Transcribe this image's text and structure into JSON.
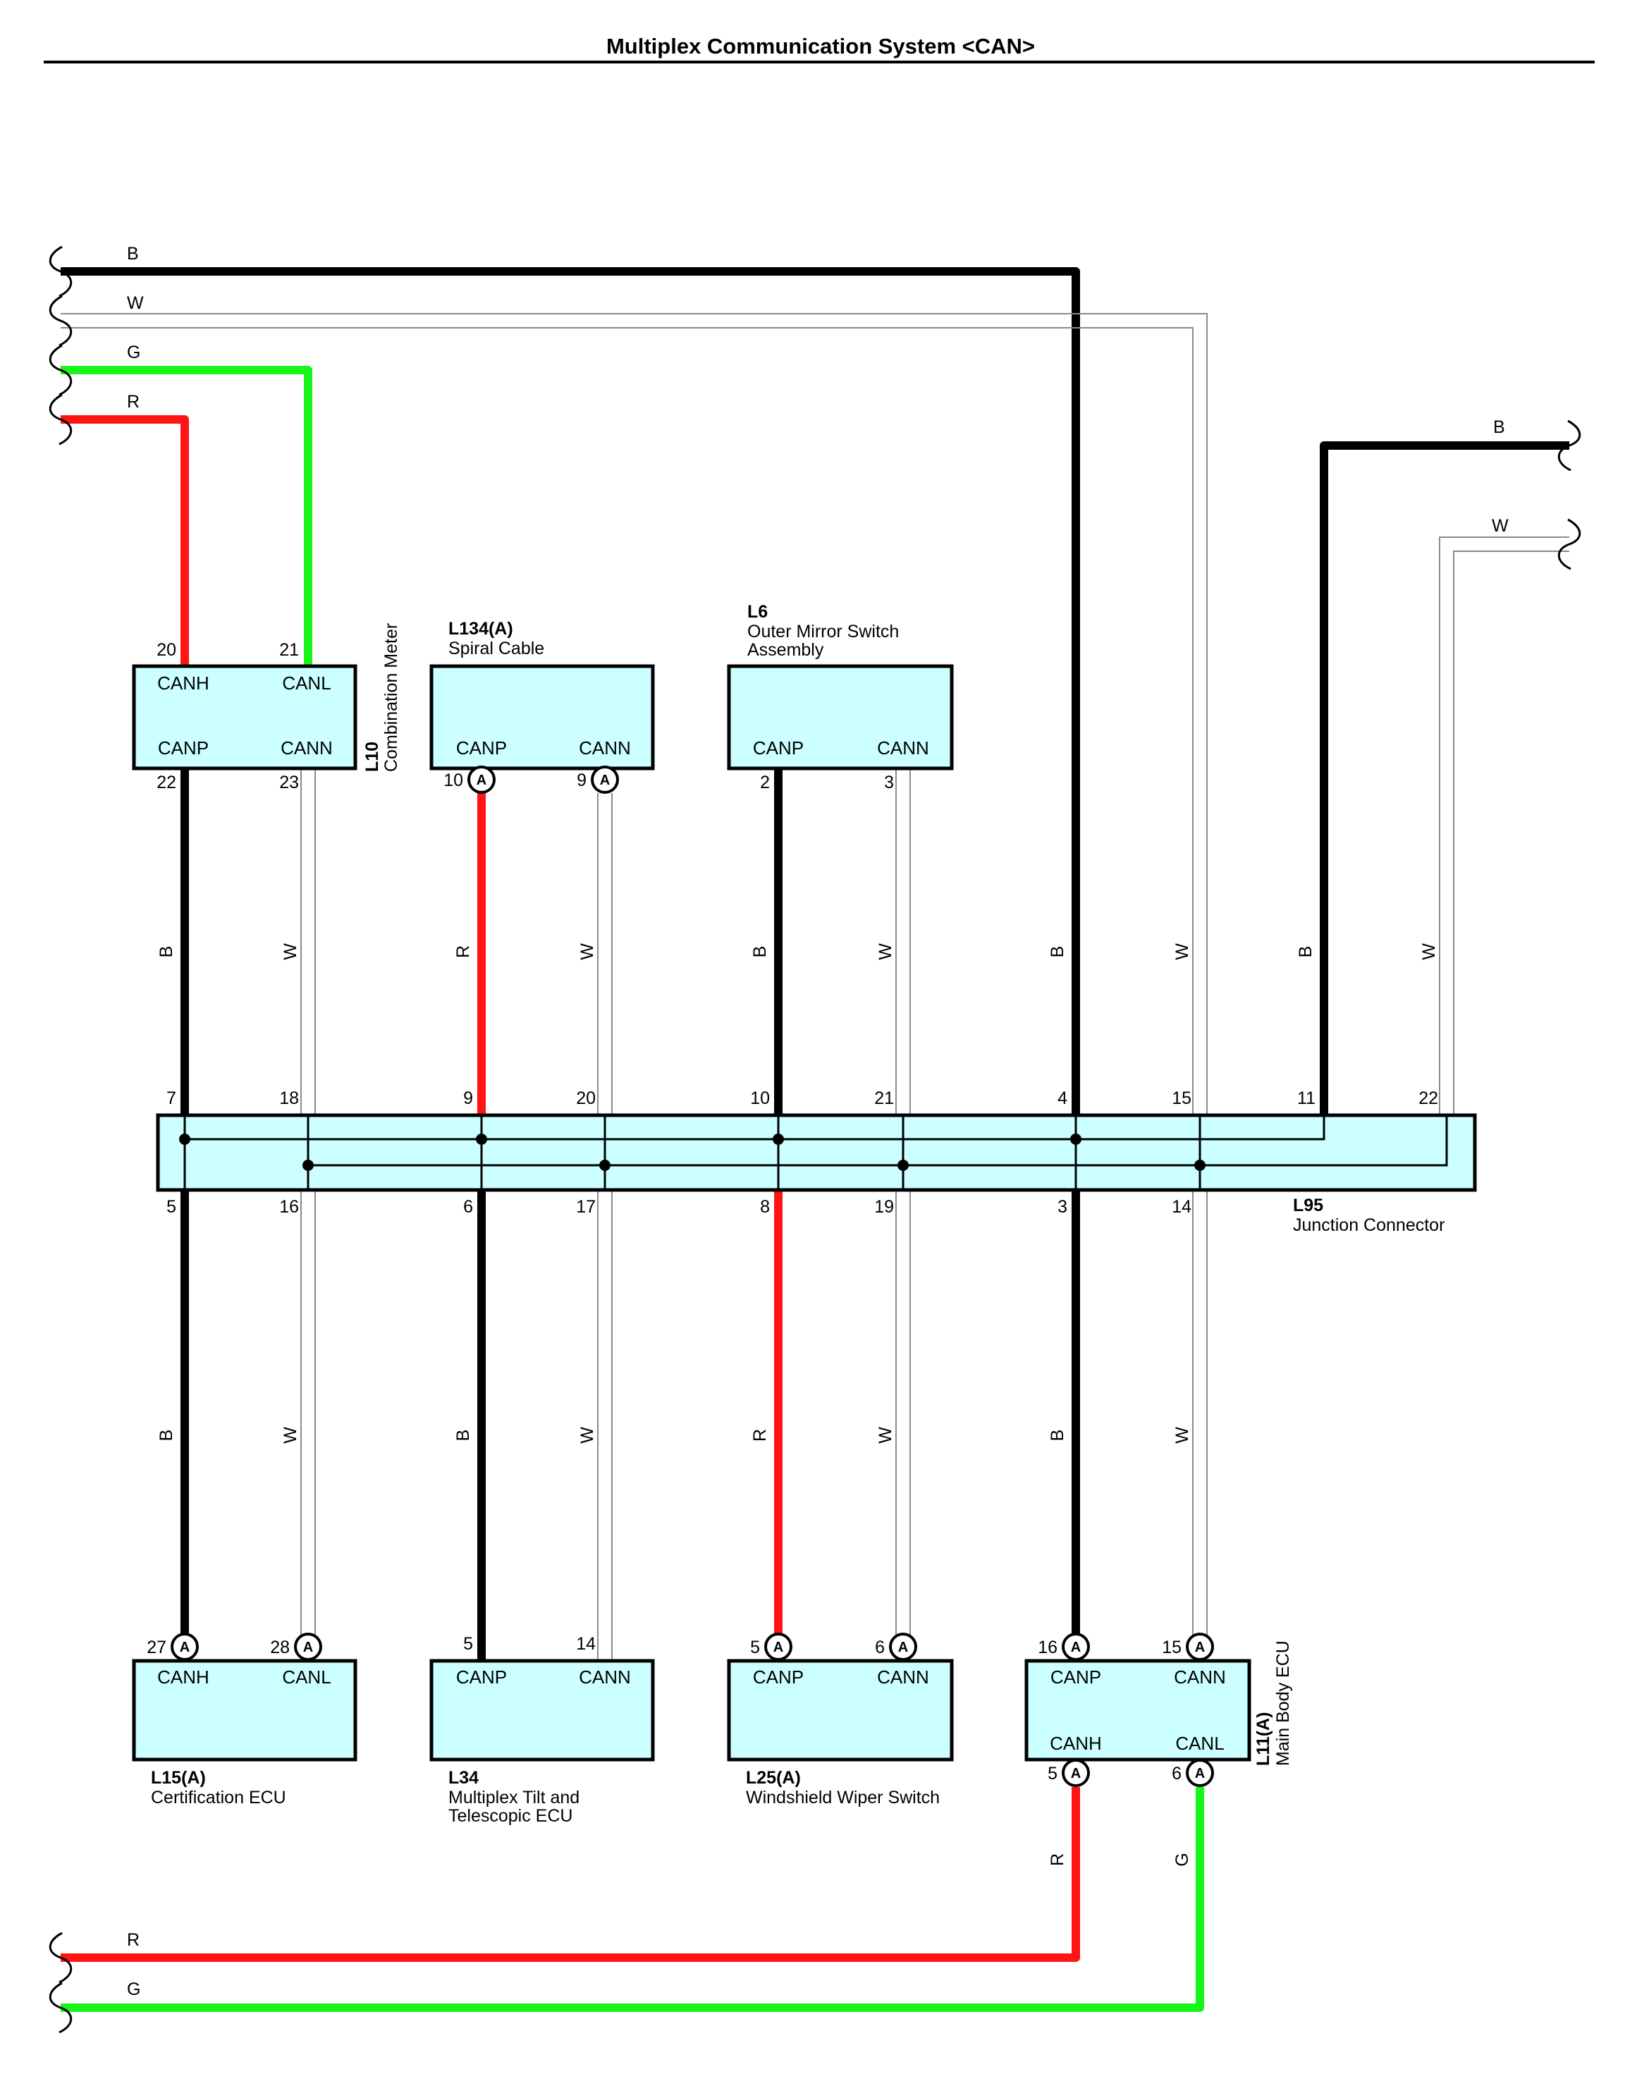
{
  "title": "Multiplex Communication System <CAN>",
  "colors": {
    "B": "#000000",
    "W": "#ffffff",
    "R": "#ff1414",
    "G": "#19f519",
    "box_fill": "#ccffff"
  },
  "break_labels": {
    "left_top": [
      "B",
      "W",
      "G",
      "R"
    ],
    "right_top": [
      "B",
      "W"
    ],
    "left_bottom": [
      "R",
      "G"
    ]
  },
  "connector_label": "A",
  "components": [
    {
      "key": "l10",
      "id": "L10",
      "name": "Combination Meter",
      "signals": [
        "CANH",
        "CANL",
        "CANP",
        "CANN"
      ],
      "pins": {
        "top_left": "20",
        "top_right": "21",
        "bottom_left": "22",
        "bottom_right": "23"
      }
    },
    {
      "key": "l134",
      "id": "L134(A)",
      "name": "Spiral Cable",
      "signals": [
        "CANP",
        "CANN"
      ],
      "pins": {
        "bottom_left": "10",
        "bottom_right": "9"
      }
    },
    {
      "key": "l6",
      "id": "L6",
      "name_lines": [
        "Outer Mirror Switch",
        "Assembly"
      ],
      "signals": [
        "CANP",
        "CANN"
      ],
      "pins": {
        "bottom_left": "2",
        "bottom_right": "3"
      }
    },
    {
      "key": "l15",
      "id": "L15(A)",
      "name": "Certification ECU",
      "signals": [
        "CANH",
        "CANL"
      ],
      "pins": {
        "top_left": "27",
        "top_right": "28"
      }
    },
    {
      "key": "l34",
      "id": "L34",
      "name_lines": [
        "Multiplex Tilt and",
        "Telescopic ECU"
      ],
      "signals": [
        "CANP",
        "CANN"
      ],
      "pins": {
        "top_left": "5",
        "top_right": "14"
      }
    },
    {
      "key": "l25",
      "id": "L25(A)",
      "name": "Windshield Wiper Switch",
      "signals": [
        "CANP",
        "CANN"
      ],
      "pins": {
        "top_left": "5",
        "top_right": "6"
      }
    },
    {
      "key": "l11",
      "id": "L11(A)",
      "name": "Main Body ECU",
      "signals": [
        "CANP",
        "CANN",
        "CANH",
        "CANL"
      ],
      "pins": {
        "top_left": "16",
        "top_right": "15",
        "bottom_left": "5",
        "bottom_right": "6"
      }
    }
  ],
  "junction": {
    "id": "L95",
    "name": "Junction Connector",
    "top_pins": [
      "7",
      "18",
      "9",
      "20",
      "10",
      "21",
      "4",
      "15",
      "11",
      "22"
    ],
    "bottom_pins": [
      "5",
      "16",
      "6",
      "17",
      "8",
      "19",
      "3",
      "14"
    ]
  },
  "wire_labels": {
    "upper": [
      "B",
      "W",
      "R",
      "W",
      "B",
      "W",
      "B",
      "W",
      "B",
      "W"
    ],
    "lower": [
      "B",
      "W",
      "B",
      "W",
      "R",
      "W",
      "B",
      "W"
    ],
    "l11_out": [
      "R",
      "G"
    ]
  }
}
